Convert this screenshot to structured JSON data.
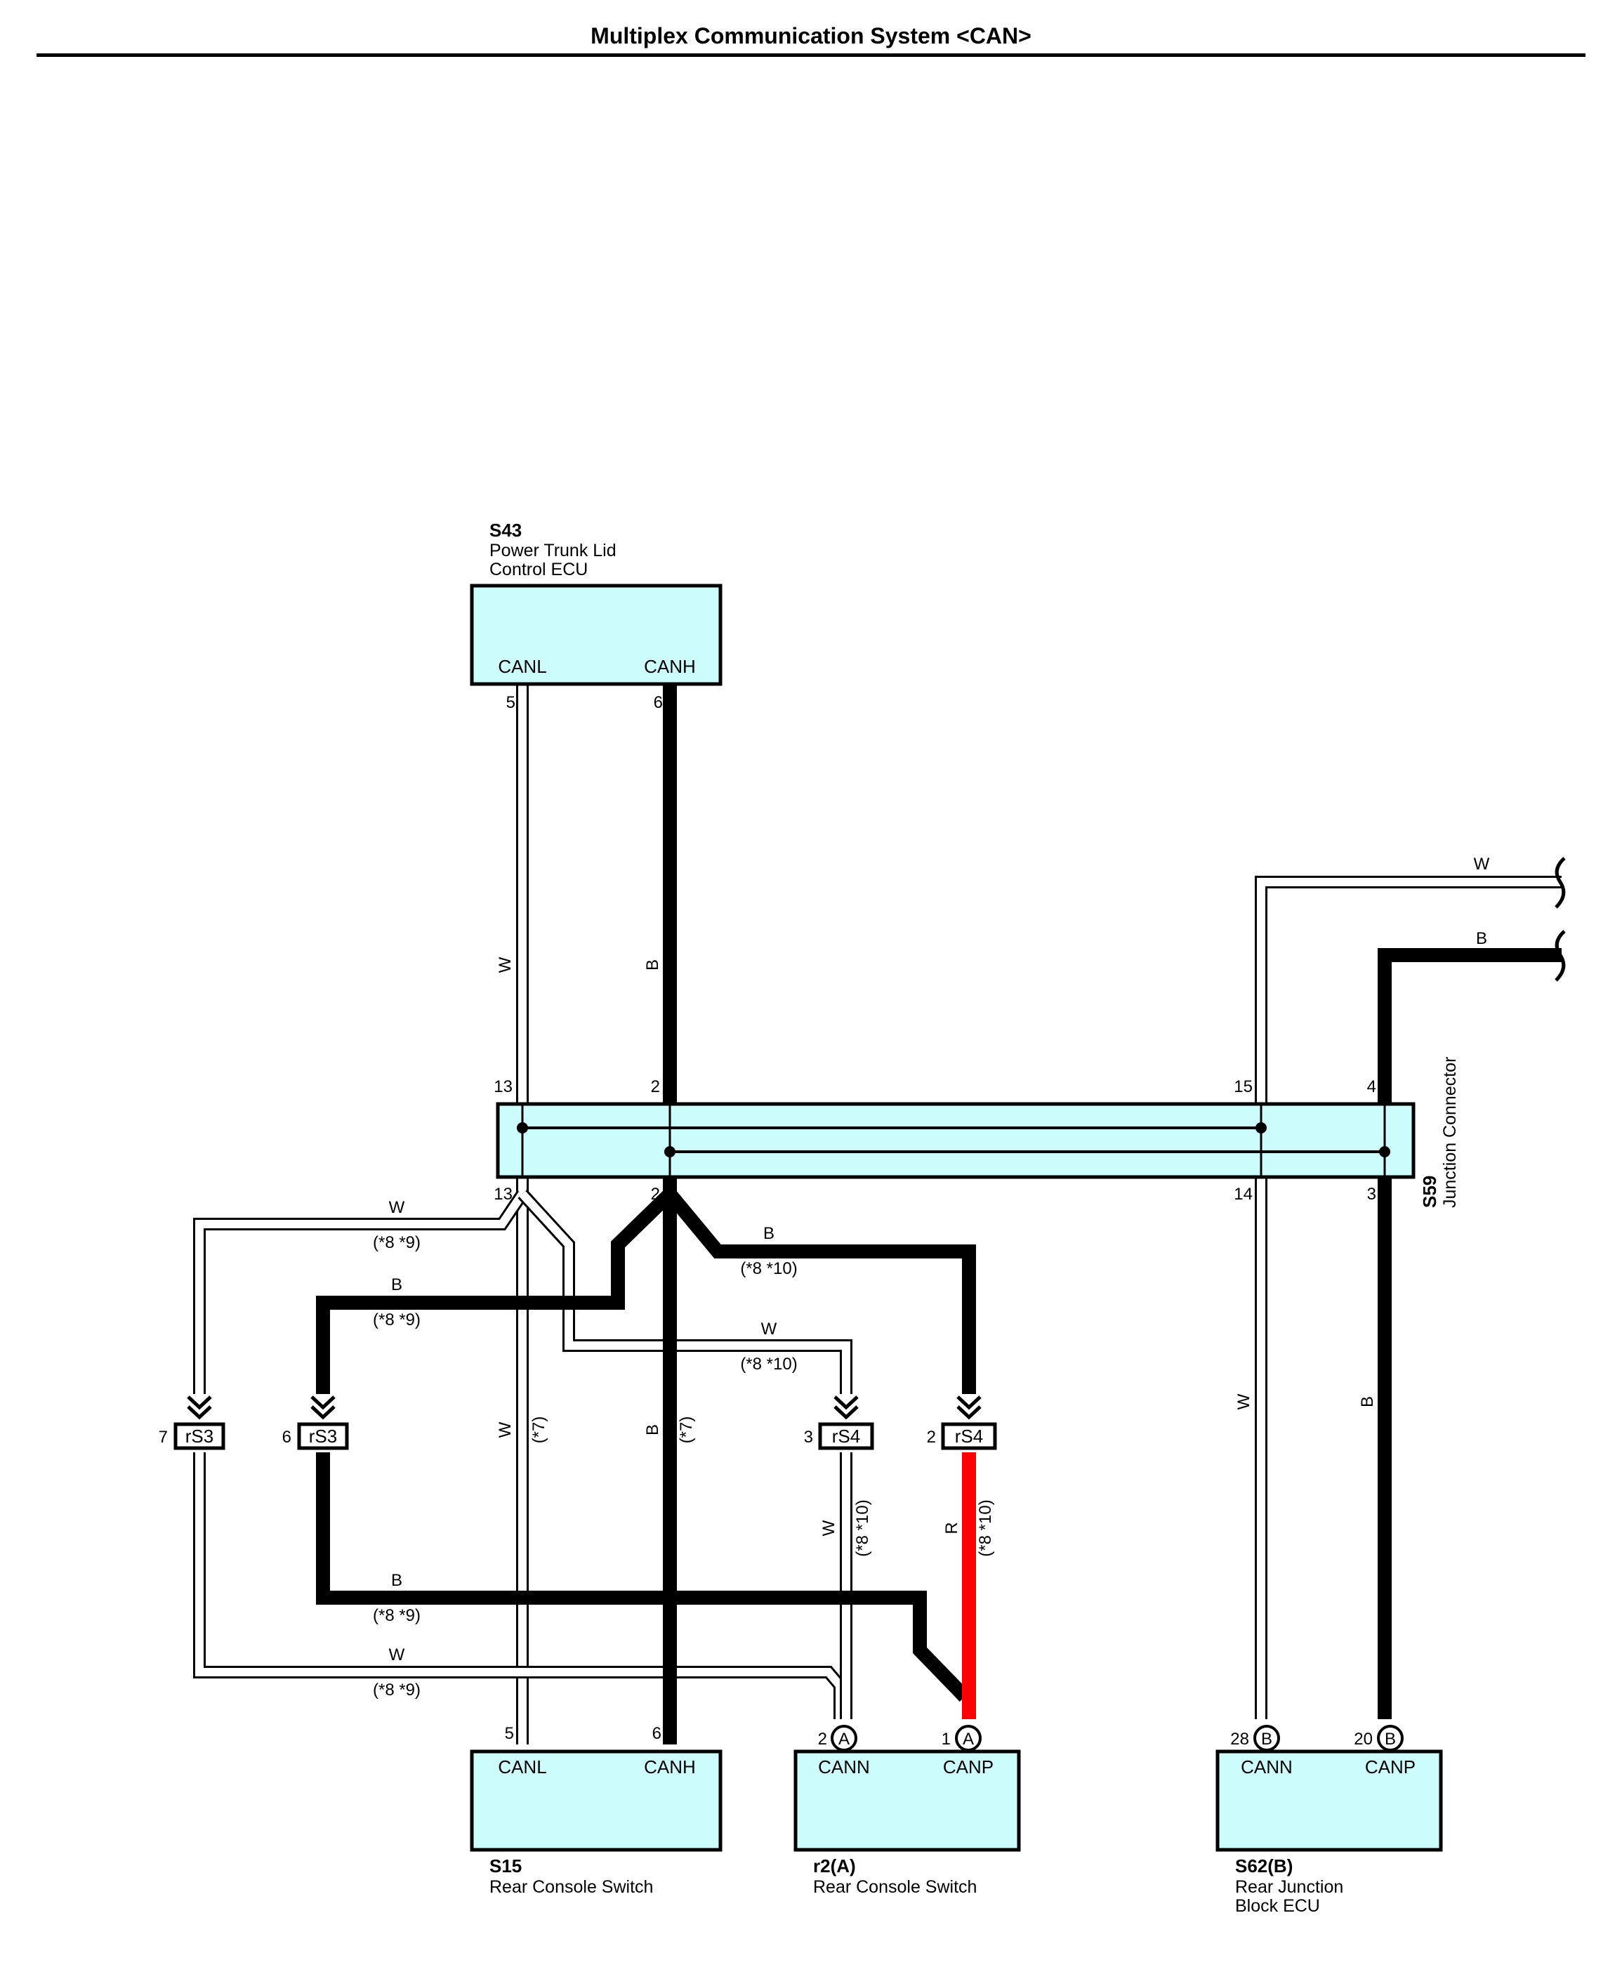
{
  "page": {
    "title": "Multiplex Communication System <CAN>"
  },
  "components": [
    {
      "id": "S43",
      "desc_lines": [
        "Power Trunk Lid",
        "Control ECU"
      ],
      "terminals": [
        {
          "label": "CANL",
          "pin": "5"
        },
        {
          "label": "CANH",
          "pin": "6"
        }
      ]
    },
    {
      "id": "S59",
      "desc": "Junction Connector",
      "pins_top": [
        "13",
        "2",
        "15",
        "4"
      ],
      "pins_bottom": [
        "13",
        "2",
        "14",
        "3"
      ]
    },
    {
      "id": "S15",
      "desc": "Rear Console Switch",
      "terminals": [
        {
          "label": "CANL",
          "pin": "5"
        },
        {
          "label": "CANH",
          "pin": "6"
        }
      ]
    },
    {
      "id": "r2(A)",
      "desc": "Rear Console Switch",
      "terminals": [
        {
          "label": "CANN",
          "pin": "2",
          "conn": "A"
        },
        {
          "label": "CANP",
          "pin": "1",
          "conn": "A"
        }
      ]
    },
    {
      "id": "S62(B)",
      "desc_lines": [
        "Rear Junction",
        "Block ECU"
      ],
      "terminals": [
        {
          "label": "CANN",
          "pin": "28",
          "conn": "B"
        },
        {
          "label": "CANP",
          "pin": "20",
          "conn": "B"
        }
      ]
    }
  ],
  "inline_connectors": [
    {
      "id": "rS3",
      "pin": "7"
    },
    {
      "id": "rS3",
      "pin": "6"
    },
    {
      "id": "rS4",
      "pin": "3"
    },
    {
      "id": "rS4",
      "pin": "2"
    }
  ],
  "wire_colors": {
    "W": "#ffffff",
    "B": "#000000",
    "R": "#ff0000",
    "codes": {
      "white": "W",
      "black": "B",
      "red": "R"
    }
  },
  "wire_notes": {
    "n7": "(*7)",
    "n89": "(*8 *9)",
    "n810": "(*8 *10)"
  },
  "colors": {
    "component_fill": "#ccfcfc",
    "outline": "#000000"
  }
}
